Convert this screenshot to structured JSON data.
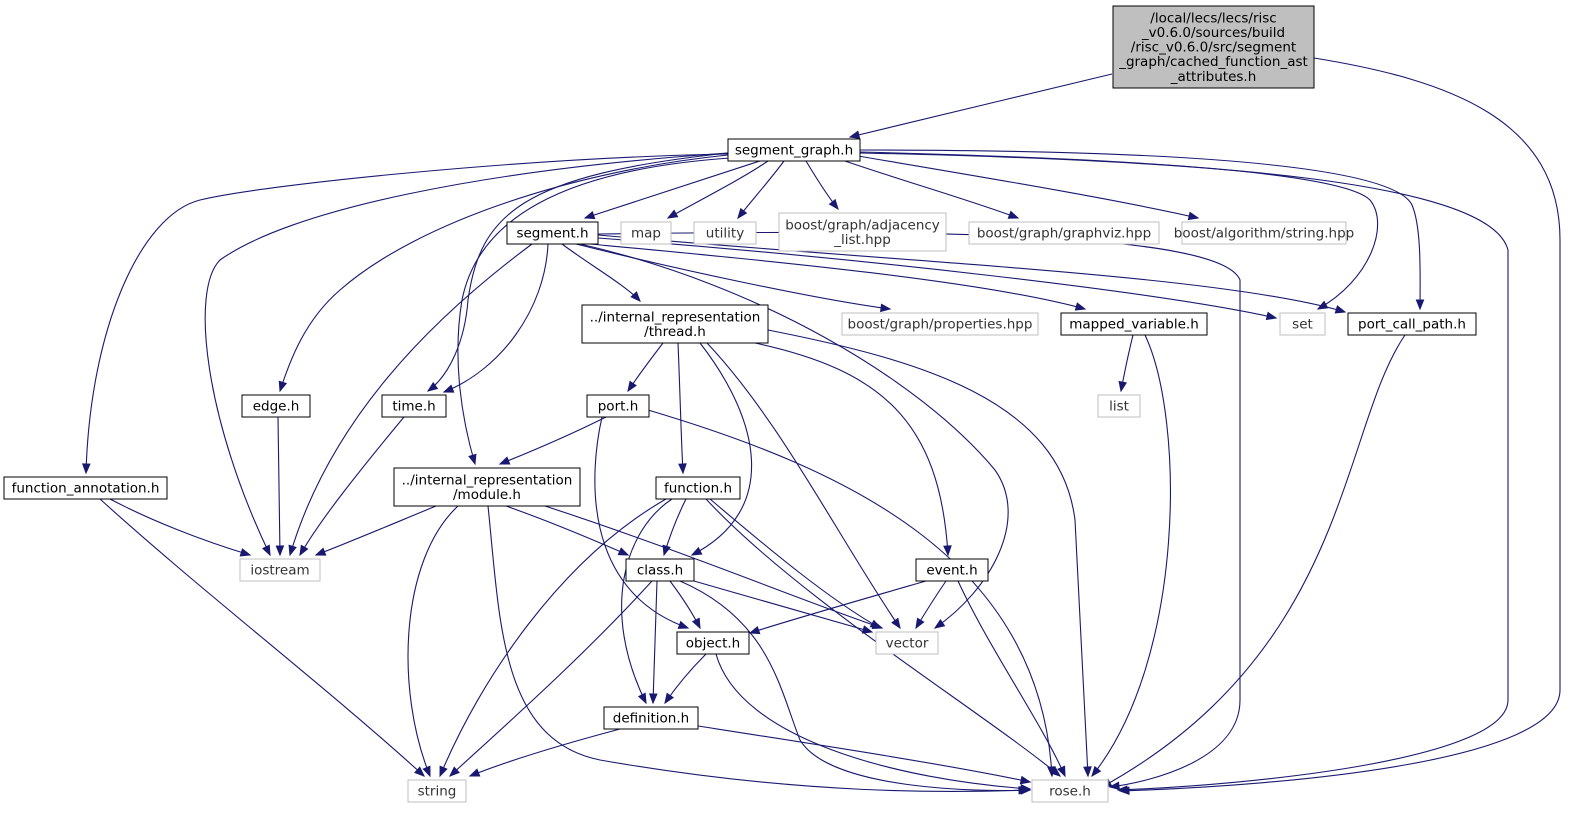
{
  "colors": {
    "edge": "#191970",
    "root_fill": "#bfbfbf",
    "node_border": "#000000",
    "external_border": "#bfbfbf",
    "background": "#ffffff"
  },
  "nodes": {
    "root": "/local/lecs/lecs/risc\n_v0.6.0/sources/build\n/risc_v0.6.0/src/segment\n_graph/cached_function_ast\n_attributes.h",
    "segment_graph_h": "segment_graph.h",
    "segment_h": "segment.h",
    "map": "map",
    "utility": "utility",
    "boost_adjacency_list": "boost/graph/adjacency\n_list.hpp",
    "boost_graphviz": "boost/graph/graphviz.hpp",
    "boost_algorithm_string": "boost/algorithm/string.hpp",
    "thread_h": "../internal_representation\n/thread.h",
    "boost_properties": "boost/graph/properties.hpp",
    "mapped_variable_h": "mapped_variable.h",
    "set": "set",
    "port_call_path_h": "port_call_path.h",
    "edge_h": "edge.h",
    "time_h": "time.h",
    "port_h": "port.h",
    "list": "list",
    "function_annotation_h": "function_annotation.h",
    "module_h": "../internal_representation\n/module.h",
    "function_h": "function.h",
    "iostream": "iostream",
    "class_h": "class.h",
    "event_h": "event.h",
    "vector": "vector",
    "object_h": "object.h",
    "definition_h": "definition.h",
    "string": "string",
    "rose_h": "rose.h"
  }
}
